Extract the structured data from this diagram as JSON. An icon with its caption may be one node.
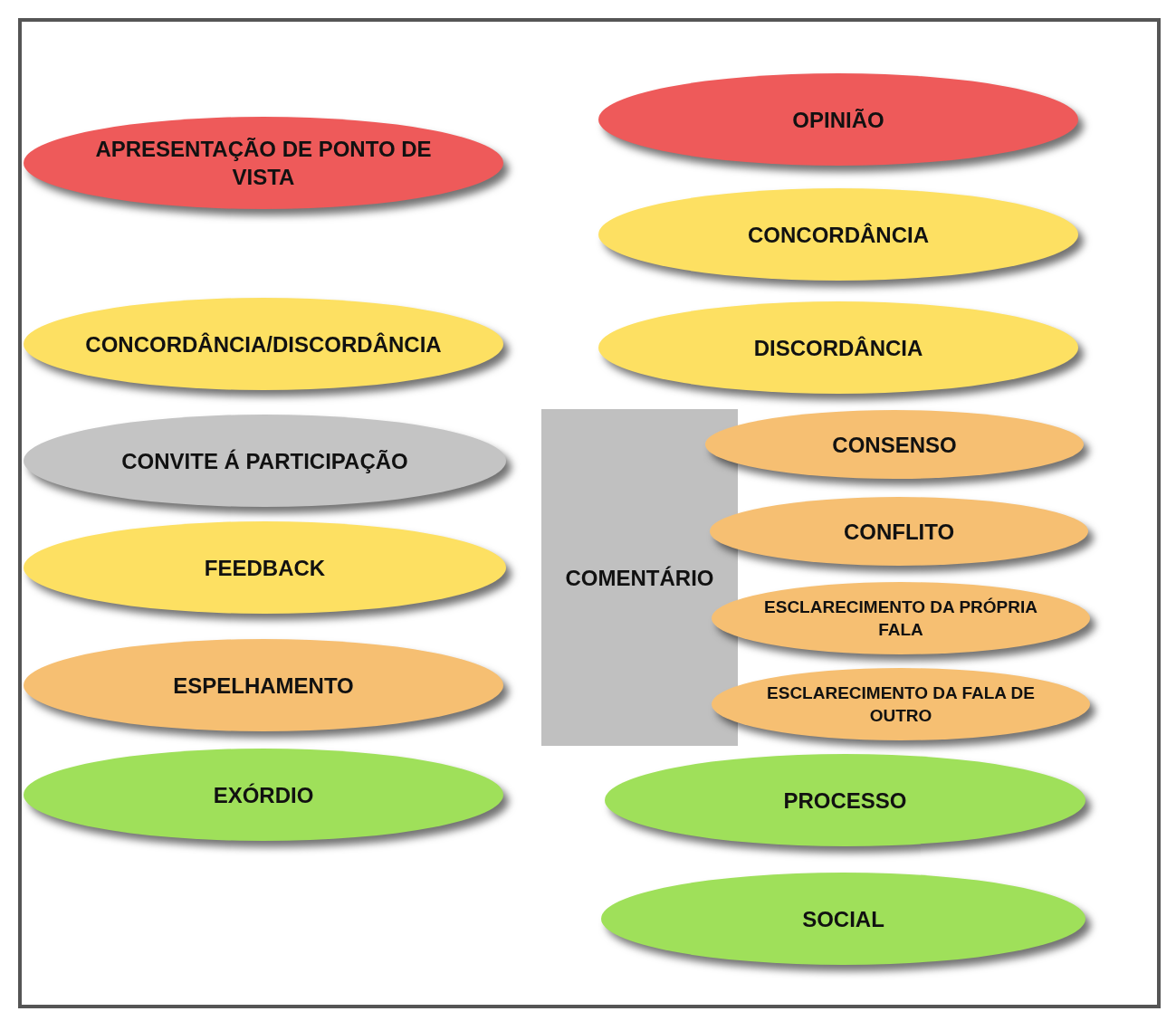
{
  "diagram": {
    "nodes": [
      {
        "text": [
          "APRESENTAÇÃO DE PONTO DE VISTA"
        ]
      },
      {
        "text": [
          "CONCORDÂNCIA/DISCORDÂNCIA"
        ]
      },
      {
        "text": [
          "CONVITE Á PARTICIPAÇÃO"
        ]
      },
      {
        "text": [
          "FEEDBACK"
        ]
      },
      {
        "text": [
          "ESPELHAMENTO"
        ]
      },
      {
        "text": [
          "EXÓRDIO"
        ]
      },
      {
        "text": [
          "OPINIÃO"
        ]
      },
      {
        "text": [
          "CONCORDÂNCIA"
        ]
      },
      {
        "text": [
          "DISCORDÂNCIA"
        ]
      },
      {
        "text": [
          "COMENTÁRIO"
        ]
      },
      {
        "text": [
          "CONSENSO"
        ]
      },
      {
        "text": [
          "CONFLITO"
        ]
      },
      {
        "text": [
          "ESCLARECIMENTO DA PRÓPRIA FALA"
        ]
      },
      {
        "text": [
          "ESCLARECIMENTO DA FALA DE OUTRO"
        ]
      },
      {
        "text": [
          "PROCESSO"
        ]
      },
      {
        "text": [
          "SOCIAL"
        ]
      }
    ]
  }
}
